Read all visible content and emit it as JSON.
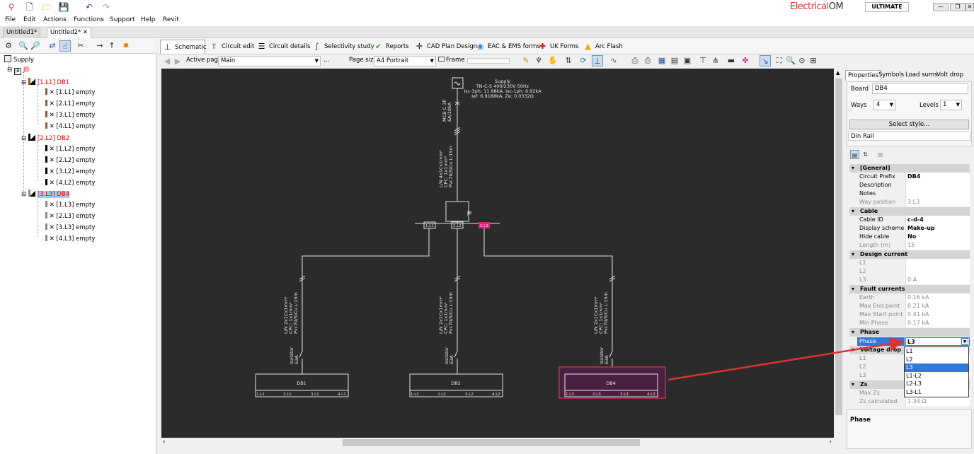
{
  "app": {
    "brand_a": "Electrical",
    "brand_b": "OM",
    "edition": "ULTIMATE"
  },
  "menu": [
    "File",
    "Edit",
    "Actions",
    "Functions",
    "Support",
    "Help",
    "Revit"
  ],
  "documents": [
    "Untitled1*",
    "Untitled2*"
  ],
  "tree": {
    "root": "Supply",
    "jb": "JB",
    "boards": [
      {
        "label": "[1.L1] DB1",
        "ways": [
          "[1.L1] empty",
          "[2.L1] empty",
          "[3.L1] empty",
          "[4.L1] empty"
        ]
      },
      {
        "label": "[2.L2] DB2",
        "ways": [
          "[1.L2] empty",
          "[2.L2] empty",
          "[3.L2] empty",
          "[4.L2] empty"
        ]
      },
      {
        "label": "[3.L3] DB4",
        "ways": [
          "[1.L3] empty",
          "[2.L3] empty",
          "[3.L3] empty",
          "[4.L3] empty"
        ]
      }
    ]
  },
  "ribbon_tabs": [
    "Schematic",
    "Circuit edit",
    "Circuit details",
    "Selectivity study",
    "Reports",
    "CAD Plan Design",
    "EAC & EMS forms",
    "UK Forms",
    "Arc Flash"
  ],
  "toolbar": {
    "active_page_label": "Active page",
    "active_page_value": "Main",
    "page_size_label": "Page size",
    "page_size_value": "A4 Portrait",
    "frame_label": "Frame"
  },
  "schematic": {
    "supply_lines": [
      "Supply",
      "TN-C-S 400/230V 50Hz",
      "Isc-3ph: 11.98kA, Isc-1ph: 6.92kA",
      "Ief: 6.9188kA, Ze: 0.0332Ω"
    ],
    "mcb": [
      "MCB C 3P",
      "6A/10kA"
    ],
    "main_cable": [
      "L/N 4x1Cx1mm²",
      "CPC: 1x1mm²",
      "Pvc70/SiCu L:15m"
    ],
    "jb_label": "JB",
    "bus_taps": [
      "1.L1",
      "2.L2",
      "3.L3"
    ],
    "branch_cable": [
      "L/N 2x1Cx1mm²",
      "CPC: 1x1mm²",
      "Pvc70/SiCu L:15m"
    ],
    "isolator": [
      "Isolator",
      "63A"
    ],
    "boards": [
      {
        "name": "DB1",
        "ways": [
          "1.L1",
          "2.L1",
          "3.L1",
          "4.L1"
        ]
      },
      {
        "name": "DB2",
        "ways": [
          "1.L2",
          "2.L2",
          "3.L2",
          "4.L2"
        ]
      },
      {
        "name": "DB4",
        "ways": [
          "1.L3",
          "2.L3",
          "3.L3",
          "4.L3"
        ]
      }
    ]
  },
  "properties": {
    "tabs": [
      "Properties",
      "Symbols",
      "Load sums",
      "Volt drop"
    ],
    "board_label": "Board",
    "board_value": "DB4",
    "ways_label": "Ways",
    "ways_value": "4",
    "levels_label": "Levels",
    "levels_value": "1",
    "select_style": "Select style...",
    "style_value": "Din Rail",
    "sections": {
      "general": "[General]",
      "cable": "Cable",
      "design_current": "Design current",
      "fault_currents": "Fault currents",
      "phase": "Phase",
      "voltage_drop": "Voltage drop",
      "zs": "Zs"
    },
    "rows": {
      "circuit_prefix": {
        "k": "Circuit Prefix",
        "v": "DB4"
      },
      "description": {
        "k": "Description",
        "v": ""
      },
      "notes": {
        "k": "Notes",
        "v": ""
      },
      "way_position": {
        "k": "Way position",
        "v": "3.L3"
      },
      "cable_id": {
        "k": "Cable ID",
        "v": "c-d-4"
      },
      "display_scheme": {
        "k": "Display scheme",
        "v": "Make-up"
      },
      "hide_cable": {
        "k": "Hide cable",
        "v": "No"
      },
      "length": {
        "k": "Length (m)",
        "v": "15"
      },
      "dc_l1": {
        "k": "L1",
        "v": ""
      },
      "dc_l2": {
        "k": "L2",
        "v": ""
      },
      "dc_l3": {
        "k": "L3",
        "v": "0 A"
      },
      "earth": {
        "k": "Earth",
        "v": "0.16 kA"
      },
      "max_end": {
        "k": "Max End point",
        "v": "0.21 kA"
      },
      "max_start": {
        "k": "Max Start point",
        "v": "0.41 kA"
      },
      "min_phase": {
        "k": "Min Phase",
        "v": "0.17 kA"
      },
      "phase": {
        "k": "Phase",
        "v": "L3"
      },
      "vd_l1": {
        "k": "L1",
        "v": ""
      },
      "vd_l2": {
        "k": "L2",
        "v": ""
      },
      "vd_l3": {
        "k": "L3",
        "v": ""
      },
      "max_zs": {
        "k": "Max Zs",
        "v": ""
      },
      "zs_calc": {
        "k": "Zs calculated",
        "v": "1.34 Ω"
      }
    },
    "phase_options": [
      "L1",
      "L2",
      "L3",
      "L1-L2",
      "L2-L3",
      "L3-L1"
    ],
    "phase_selected_index": 2,
    "footer_title": "Phase"
  },
  "colors": {
    "canvas": "#2b2b2b",
    "highlight_board": "#4a2040",
    "highlight_border": "#c0304a",
    "tap_selected": "#e0207a",
    "arrow": "#e03030",
    "brand_red": "#d33333"
  }
}
